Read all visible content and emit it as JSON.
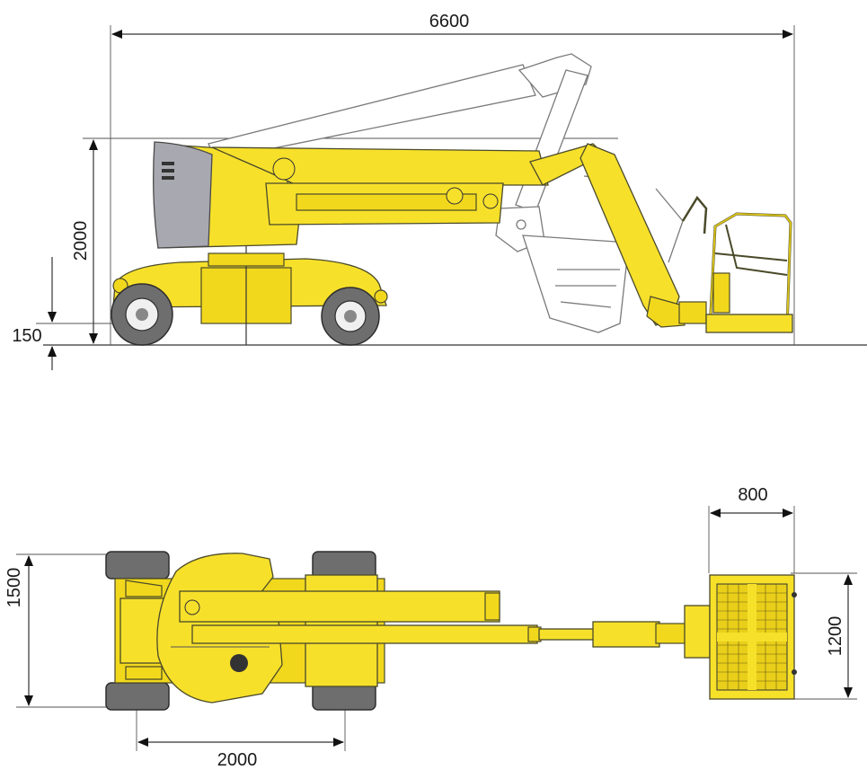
{
  "colors": {
    "machine_yellow": "#f7e02a",
    "outline": "#4a4a2a",
    "tire_grey": "#6e6e6e",
    "counterweight_grey": "#a8a8b0",
    "ghost_outline": "#7a7a7a"
  },
  "side_view": {
    "overall_length": "6600",
    "stowed_height": "2000",
    "ground_clearance": "150"
  },
  "top_view": {
    "overall_width": "1500",
    "wheelbase": "2000",
    "platform_length": "800",
    "platform_width": "1200"
  }
}
